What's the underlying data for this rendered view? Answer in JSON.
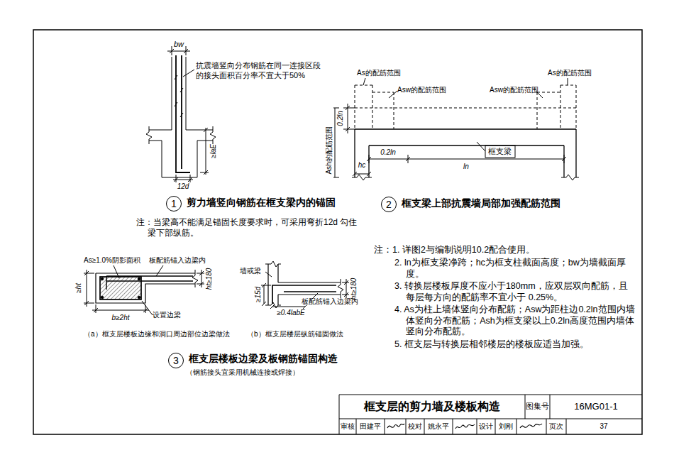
{
  "diagram": {
    "title": "框支层的剪力墙及楼板构造",
    "nodes": [
      {
        "text": [
          "1"
        ]
      },
      {
        "text": [
          "2"
        ]
      },
      {
        "text": [
          "3"
        ]
      }
    ],
    "labels": [
      "bw",
      "抗震墙竖向分布钢筋在同一连接区段的接头面积百分率不宜大于50%",
      "≥laE",
      "12d",
      "剪力墙竖向钢筋在框支梁内的锚固",
      "注：当梁高不能满足锚固长度要求时，可采用弯折12d 勾住梁下部纵筋。",
      "As的配筋范围",
      "Asw的配筋范围",
      "As的配筋范围",
      "Asw的配筋范围",
      "0.2ln",
      "Ash的配筋范围",
      "0.2ln",
      "hc",
      "ln",
      "框支梁",
      "框支梁上部抗震墙局部加强配筋范围",
      "注：1. 详图2与编制说明10.2配合使用。",
      "2. ln为框支梁净跨；hc为框支柱截面高度；bw为墙截面厚度。",
      "3. 转换层楼板厚度不应小于180mm，应双层双向配筋，且每层每方向的配筋率不宜小于 0.25%。",
      "4. As为柱上墙体竖向分布配筋；Asw为距柱边0.2ln范围内墙体竖向分布配筋；Ash为框支梁以上0.2ln高度范围内墙体竖向分布配筋。",
      "5. 框支层与转换层相邻楼层的楼板应适当加强。",
      "As≥1.0%阴影面积",
      "板配筋锚入边梁内",
      "≥ht",
      "ht≥180",
      "b≥2ht",
      "设置边梁",
      "（a）框支层楼板边缘和洞口周边部位边梁做法",
      "墙或梁",
      "≥15d",
      "≥0.4labE",
      "ht≥180",
      "板配筋锚入边梁内",
      "（b）框支层楼层纵筋锚固做法",
      "框支层楼板边梁及板钢筋锚固构造",
      "（钢筋接头宜采用机械连接或焊接）",
      "图集号",
      "16MG01-1",
      "审核",
      "田建平",
      "校对",
      "姚永平",
      "设计",
      "刘刚",
      "页次",
      "37"
    ]
  }
}
